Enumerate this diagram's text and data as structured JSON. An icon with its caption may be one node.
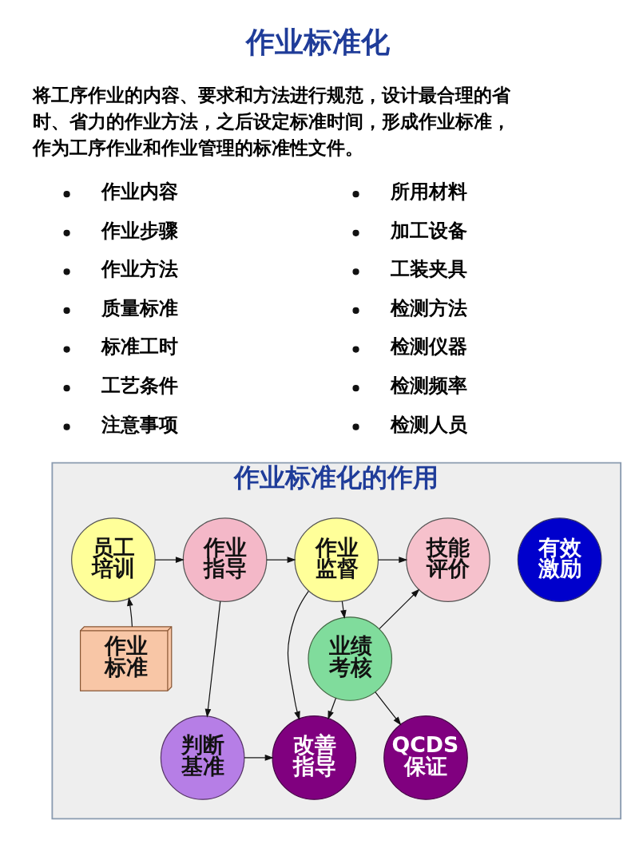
{
  "diagram": {
    "title": "作业标准化",
    "nodes": [
      {
        "text": [
          "作业标准化的作用"
        ]
      },
      {
        "text": [
          "员工培训"
        ],
        "in": 0
      },
      {
        "text": [
          "作业指导"
        ],
        "in": 0
      },
      {
        "text": [
          "作业监督"
        ],
        "in": 0
      },
      {
        "text": [
          "技能评价"
        ],
        "in": 0
      },
      {
        "text": [
          "有效激励"
        ],
        "in": 0
      },
      {
        "text": [
          "作业标准"
        ],
        "in": 0
      },
      {
        "text": [
          "业绩考核"
        ],
        "in": 0
      },
      {
        "text": [
          "判断基准"
        ],
        "in": 0
      },
      {
        "text": [
          "改善指导"
        ],
        "in": 0
      },
      {
        "text": [
          "QCDS保证"
        ],
        "in": 0
      }
    ],
    "edges": [
      {
        "from": 1,
        "to": 2,
        "arrow": "to"
      },
      {
        "from": 2,
        "to": 3,
        "arrow": "to"
      },
      {
        "from": 3,
        "to": 4,
        "arrow": "to"
      },
      {
        "from": 6,
        "to": 1,
        "arrow": "to"
      },
      {
        "from": 2,
        "to": 8,
        "arrow": "to"
      },
      {
        "from": 3,
        "to": 9,
        "arrow": "to"
      },
      {
        "from": 3,
        "to": 7,
        "arrow": "to"
      },
      {
        "from": 7,
        "to": 4,
        "arrow": "to"
      },
      {
        "from": 7,
        "to": 9,
        "arrow": "to"
      },
      {
        "from": 7,
        "to": 10,
        "arrow": "to"
      },
      {
        "from": 8,
        "to": 9,
        "arrow": "to"
      }
    ],
    "labels": [
      "将工序作业的内容、要求和方法进行规范，设计最合理的省时、省力的作业方法，之后设定标准时间，形成作业标准，作为工序作业和作业管理的标准性文件。",
      "作业内容",
      "作业步骤",
      "作业方法",
      "质量标准",
      "标准工时",
      "工艺条件",
      "注意事项",
      "所用材料",
      "加工设备",
      "工装夹具",
      "检测方法",
      "检测仪器",
      "检测频率",
      "检测人员"
    ]
  }
}
